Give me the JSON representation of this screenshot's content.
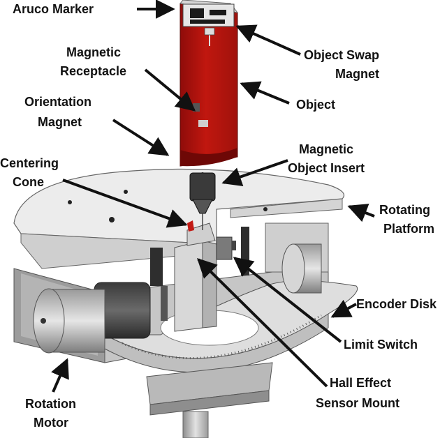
{
  "labels": {
    "aruco_marker": "Aruco Marker",
    "object_swap_magnet_l1": "Object Swap",
    "object_swap_magnet_l2": "Magnet",
    "magnetic_receptacle_l1": "Magnetic",
    "magnetic_receptacle_l2": "Receptacle",
    "object": "Object",
    "orientation_magnet_l1": "Orientation",
    "orientation_magnet_l2": "Magnet",
    "magnetic_object_insert_l1": "Magnetic",
    "magnetic_object_insert_l2": "Object Insert",
    "centering_cone_l1": "Centering",
    "centering_cone_l2": "Cone",
    "rotating_platform_l1": "Rotating",
    "rotating_platform_l2": "Platform",
    "encoder_disk": "Encoder Disk",
    "limit_switch": "Limit Switch",
    "hall_effect_l1": "Hall Effect",
    "hall_effect_l2": "Sensor Mount",
    "rotation_motor_l1": "Rotation",
    "rotation_motor_l2": "Motor"
  },
  "colors": {
    "object_red": "#b3130f",
    "platform": "#ececec",
    "metal": "#b8b8b8",
    "dark": "#2a2a2a",
    "text": "#111111"
  }
}
